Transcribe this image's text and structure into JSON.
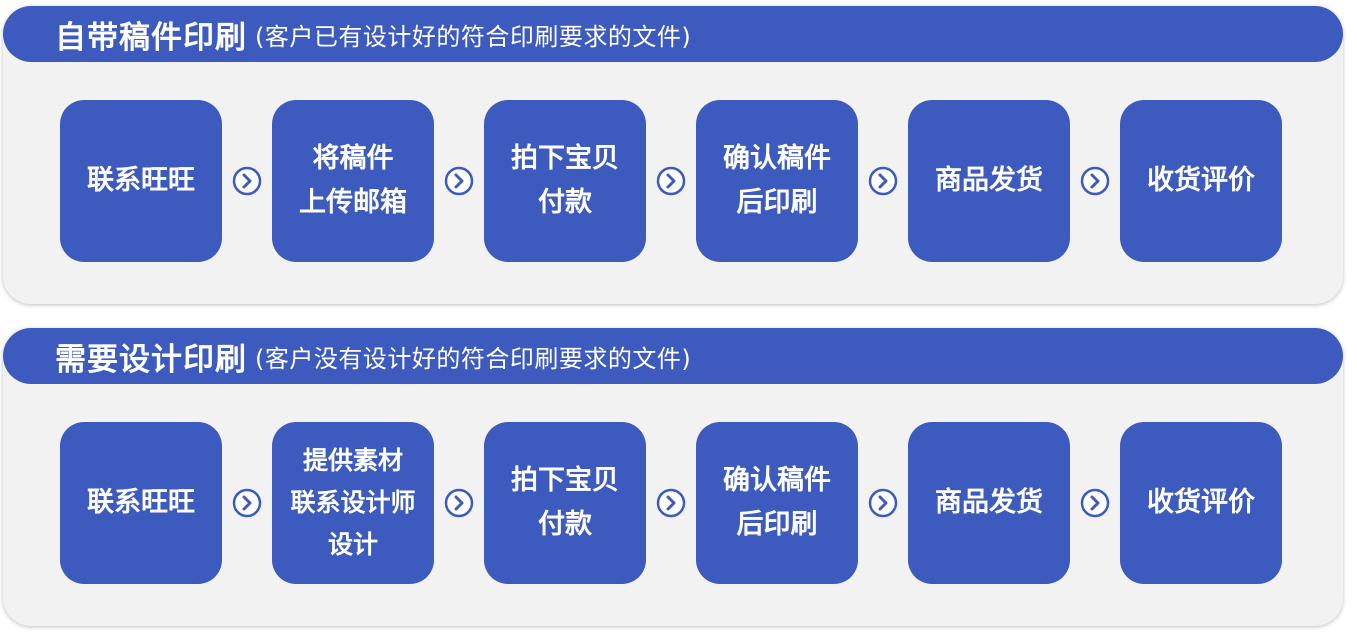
{
  "colors": {
    "accent": "#3d5bbe",
    "panel_bg": "#f2f2f3",
    "text_on_accent": "#ffffff"
  },
  "sections": [
    {
      "title": "自带稿件印刷",
      "subtitle": "(客户已有设计好的符合印刷要求的文件)",
      "steps": [
        {
          "lines": [
            "联系旺旺"
          ]
        },
        {
          "lines": [
            "将稿件",
            "上传邮箱"
          ]
        },
        {
          "lines": [
            "拍下宝贝",
            "付款"
          ]
        },
        {
          "lines": [
            "确认稿件",
            "后印刷"
          ]
        },
        {
          "lines": [
            "商品发货"
          ]
        },
        {
          "lines": [
            "收货评价"
          ]
        }
      ]
    },
    {
      "title": "需要设计印刷",
      "subtitle": "(客户没有设计好的符合印刷要求的文件)",
      "steps": [
        {
          "lines": [
            "联系旺旺"
          ]
        },
        {
          "lines": [
            "提供素材",
            "联系设计师",
            "设计"
          ]
        },
        {
          "lines": [
            "拍下宝贝",
            "付款"
          ]
        },
        {
          "lines": [
            "确认稿件",
            "后印刷"
          ]
        },
        {
          "lines": [
            "商品发货"
          ]
        },
        {
          "lines": [
            "收货评价"
          ]
        }
      ]
    }
  ],
  "arrow_icon": "chevron-right-circle-icon"
}
